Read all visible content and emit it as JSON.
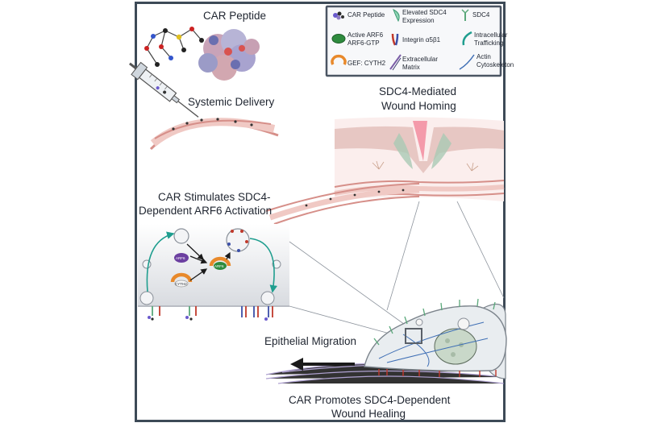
{
  "figure": {
    "titles": {
      "car_peptide": "CAR Peptide",
      "systemic_delivery": "Systemic Delivery",
      "homing_line1": "SDC4-Mediated",
      "homing_line2": "Wound Homing",
      "stimulates_line1": "CAR Stimulates SDC4-",
      "stimulates_line2": "Dependent ARF6 Activation",
      "migration": "Epithelial Migration",
      "promotes_line1": "CAR Promotes SDC4-Dependent",
      "promotes_line2": "Wound Healing"
    },
    "legend": {
      "car_peptide": "CAR Peptide",
      "elevated_line1": "Elevated SDC4",
      "elevated_line2": "Expression",
      "sdc4": "SDC4",
      "arf6_line1": "Active ARF6",
      "arf6_line2": "ARF6-GTP",
      "integrin": "Integrin α5β1",
      "trafficking_line1": "Intracellular",
      "trafficking_line2": "Trafficking",
      "gef": "GEF: CYTH2",
      "ecm_line1": "Extracellular",
      "ecm_line2": "Matrix",
      "actin_line1": "Actin",
      "actin_line2": "Cytoskeleton"
    },
    "icon_labels": {
      "arf6": "ARF6",
      "cyth2": "CYTH2"
    },
    "colors": {
      "border": "#3d4a57",
      "sdc4_green": "#5aa87a",
      "arf6_green": "#2e8b3e",
      "cyth2_orange": "#e8892b",
      "integrin_red": "#c0392b",
      "integrin_blue": "#3b4fa8",
      "ecm_purple": "#7b5ea7",
      "trafficking_teal": "#1f9e8f",
      "actin_blue": "#3f6fb5",
      "tissue_pink": "#e6b9b4",
      "arrow_dark": "#1a1a1a"
    }
  }
}
